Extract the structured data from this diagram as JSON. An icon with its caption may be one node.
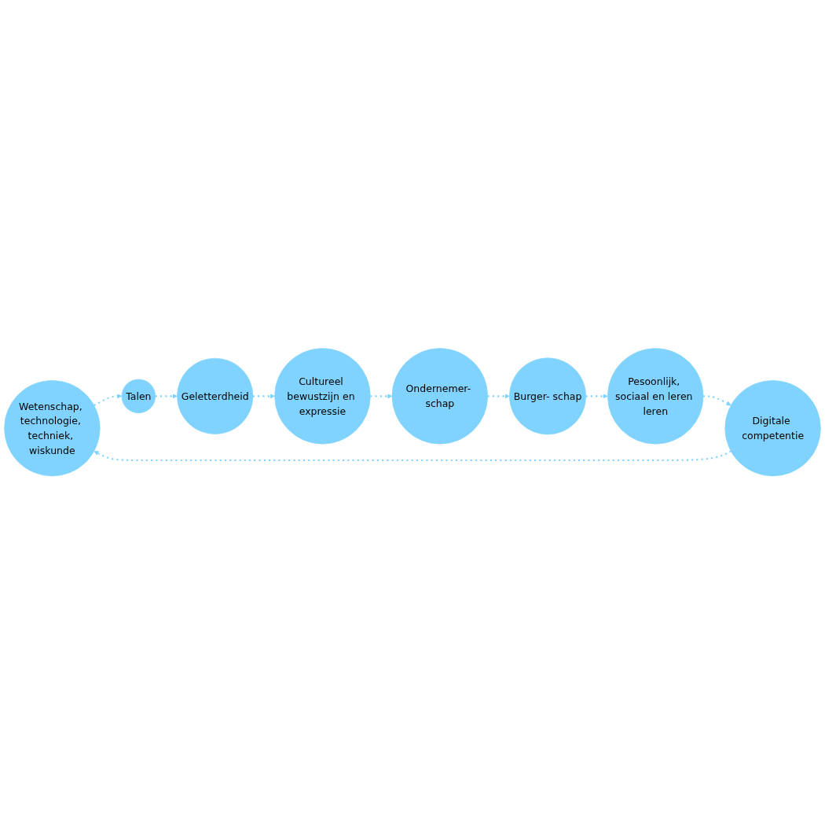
{
  "diagram": {
    "nodes": [
      {
        "text": [
          "Wetenschap, technologie, techniek, wiskunde"
        ]
      },
      {
        "text": [
          "Talen"
        ]
      },
      {
        "text": [
          "Geletterdheid"
        ]
      },
      {
        "text": [
          "Cultureel bewustzijn en expressie"
        ]
      },
      {
        "text": [
          "Ondernemer- schap"
        ]
      },
      {
        "text": [
          "Burger- schap"
        ]
      },
      {
        "text": [
          "Pesoonlijk, sociaal en leren leren"
        ]
      },
      {
        "text": [
          "Digitale competentie"
        ]
      }
    ],
    "edges": [
      {
        "from": 0,
        "to": 1,
        "arrow": "to",
        "style": "dashed"
      },
      {
        "from": 1,
        "to": 2,
        "arrow": "to",
        "style": "dashed"
      },
      {
        "from": 2,
        "to": 3,
        "arrow": "to",
        "style": "dashed"
      },
      {
        "from": 3,
        "to": 4,
        "arrow": "to",
        "style": "dashed"
      },
      {
        "from": 4,
        "to": 5,
        "arrow": "to",
        "style": "dashed"
      },
      {
        "from": 5,
        "to": 6,
        "arrow": "to",
        "style": "dashed"
      },
      {
        "from": 6,
        "to": 7,
        "arrow": "to",
        "style": "dashed"
      },
      {
        "from": 7,
        "to": 0,
        "arrow": "to",
        "style": "dashed"
      }
    ]
  }
}
